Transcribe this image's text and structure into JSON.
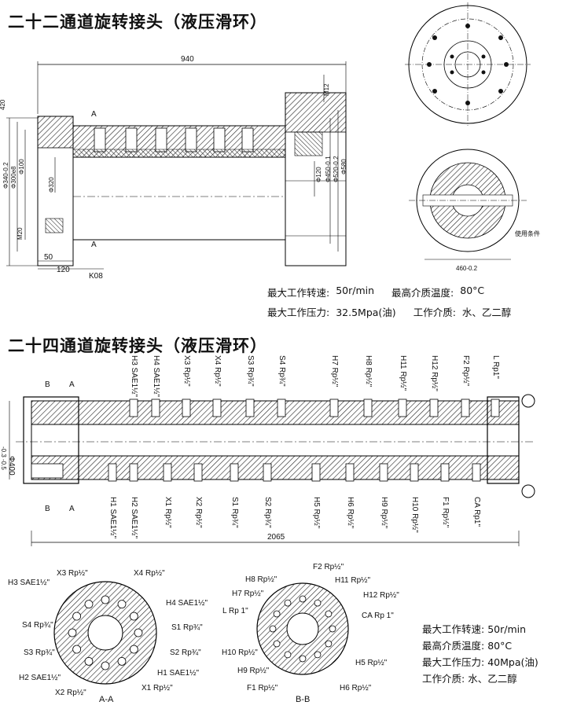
{
  "section1": {
    "title": "二十二通道旋转接头（液压滑环）",
    "dims": {
      "length": "940",
      "m12": "M12",
      "m20": "M20",
      "d340": "Φ340-0.2",
      "d300": "Φ300e8",
      "d100": "Φ100",
      "d320": "Φ320",
      "d120": "Φ120",
      "d450": "Φ450-0.1",
      "d520": "Φ520-0.2",
      "d580": "Φ580",
      "d50": "50",
      "d120b": "120",
      "h1": "420",
      "w460": "460-0.2",
      "sectionA": "A",
      "model": "K08",
      "usage": "使用条件"
    },
    "specs": {
      "speed_label": "最大工作转速:",
      "speed_value": "50r/min",
      "temp_label": "最高介质温度:",
      "temp_value": "80°C",
      "pressure_label": "最大工作压力:",
      "pressure_value": "32.5Mpa(油)",
      "medium_label": "工作介质:",
      "medium_value": "水、乙二醇"
    }
  },
  "section2": {
    "title": "二十四通道旋转接头（液压滑环）",
    "top_labels": [
      "H3 SAE1½\"",
      "H4 SAE1½\"",
      "X3 Rp½\"",
      "X4 Rp½\"",
      "S3 Rp¾\"",
      "S4 Rp¾\"",
      "H7 Rp½\"",
      "H8 Rp½\"",
      "H11 Rp½\"",
      "H12 Rp½\"",
      "F2 Rp½\"",
      "L Rp1\""
    ],
    "bottom_labels": [
      "H1 SAE1½\"",
      "H2 SAE1½\"",
      "X1 Rp½\"",
      "X2 Rp½\"",
      "S1 Rp¾\"",
      "S2 Rp¾\"",
      "H5 Rp½\"",
      "H6 Rp½\"",
      "H9 Rp½\"",
      "H10 Rp½\"",
      "F1 Rp½\"",
      "CA Rp1\""
    ],
    "dims": {
      "length": "2065",
      "dia": "Φ400",
      "tol": "-0.3 -0.5",
      "secA": "A",
      "secB": "B"
    },
    "aa_labels": [
      "H3 SAE1½\"",
      "X3 Rp½\"",
      "X4 Rp½\"",
      "H4 SAE1½\"",
      "S4 Rp¾\"",
      "S1 Rp¾\"",
      "S3 Rp¾\"",
      "S2 Rp¾\"",
      "H2 SAE1½\"",
      "H1 SAE1½\"",
      "X2 Rp½\"",
      "X1 Rp½\""
    ],
    "aa_caption": "A-A",
    "bb_labels": [
      "H8 Rp½\"",
      "F2 Rp½\"",
      "H11 Rp½\"",
      "H7 Rp½\"",
      "H12 Rp½\"",
      "L Rp 1\"",
      "CA Rp 1\"",
      "H10 Rp½\"",
      "H5 Rp½\"",
      "H9 Rp½\"",
      "F1 Rp½\"",
      "H6 Rp½\""
    ],
    "bb_caption": "B-B",
    "specs": {
      "speed_label": "最大工作转速:",
      "speed_value": "50r/min",
      "temp_label": "最高介质温度:",
      "temp_value": "80°C",
      "pressure_label": "最大工作压力:",
      "pressure_value": "40Mpa(油)",
      "medium_label": "工作介质:",
      "medium_value": "水、乙二醇"
    }
  }
}
